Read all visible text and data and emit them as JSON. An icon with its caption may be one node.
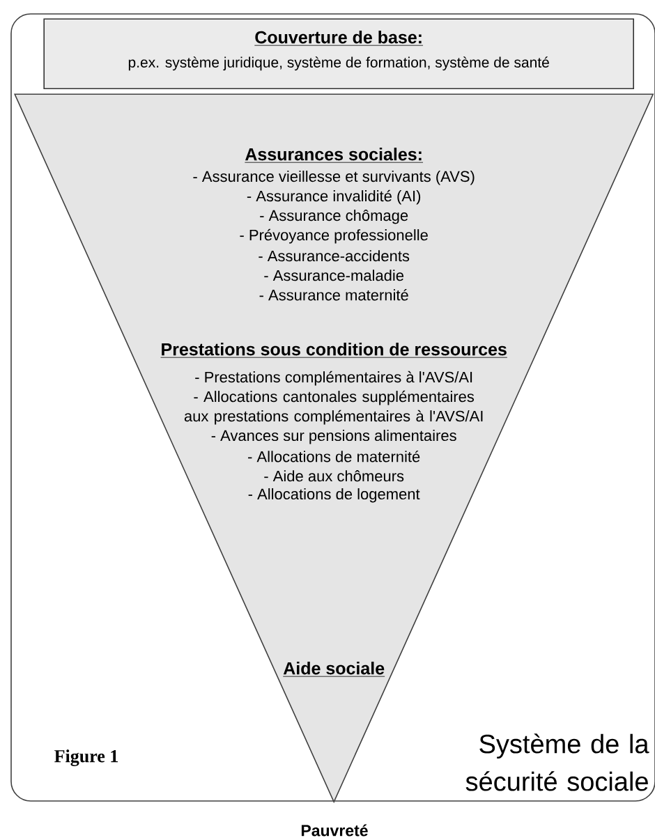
{
  "diagram": {
    "nodes": [
      {
        "text": [
          "Système de la sécurité sociale"
        ]
      },
      {
        "text": [
          "Couverture de base:",
          "p.ex. système juridique, système de formation, système de santé"
        ],
        "in": 0
      },
      {
        "text": [
          "Assurances sociales:",
          "- Assurance vieillesse et survivants (AVS)",
          "- Assurance invalidité (AI)",
          "- Assurance chômage",
          "- Prévoyance professionelle",
          "- Assurance-accidents",
          "- Assurance-maladie",
          "- Assurance maternité",
          "Prestations sous condition de ressources",
          "- Prestations complémentaires à l'AVS/AI",
          "- Allocations cantonales supplémentaires aux prestations complémentaires à l'AVS/AI",
          "- Avances sur pensions alimentaires",
          "- Allocations de maternité",
          "- Aide aux chômeurs",
          "- Allocations de logement",
          "Aide sociale"
        ],
        "in": 0
      }
    ],
    "labels": [
      "Figure 1",
      "Pauvreté"
    ]
  }
}
